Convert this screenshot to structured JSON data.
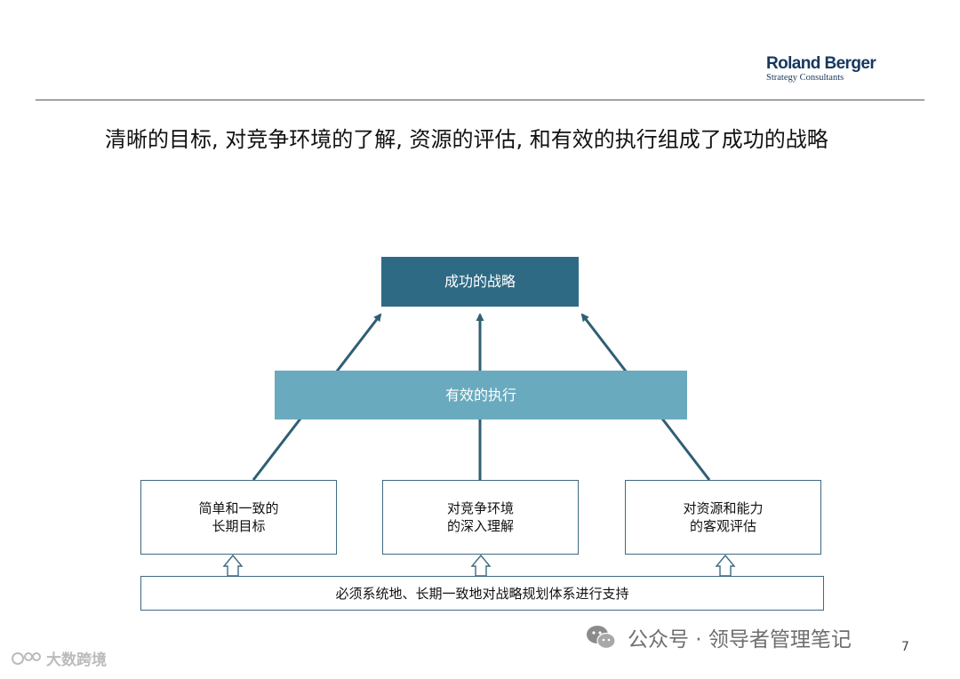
{
  "logo": {
    "brand": "Roland Berger",
    "tagline": "Strategy Consultants"
  },
  "headline": "清晰的目标, 对竞争环境的了解, 资源的评估, 和有效的执行组成了成功的战略",
  "diagram": {
    "top": "成功的战略",
    "middle": "有效的执行",
    "pillars": [
      "简单和一致的\n长期目标",
      "对竞争环境\n的深入理解",
      "对资源和能力\n的客观评估"
    ],
    "base": "必须系统地、长期一致地对战略规划体系进行支持"
  },
  "colors": {
    "top_box": "#2f6a85",
    "middle_box": "#6aaabf",
    "border": "#3d6a80",
    "brand": "#17375e"
  },
  "watermark": {
    "text": "公众号 · 领导者管理笔记",
    "icon": "wechat-icon"
  },
  "page_number": "7",
  "corner_mark": {
    "text": "大数跨境",
    "icon": "brand-mark-icon"
  }
}
